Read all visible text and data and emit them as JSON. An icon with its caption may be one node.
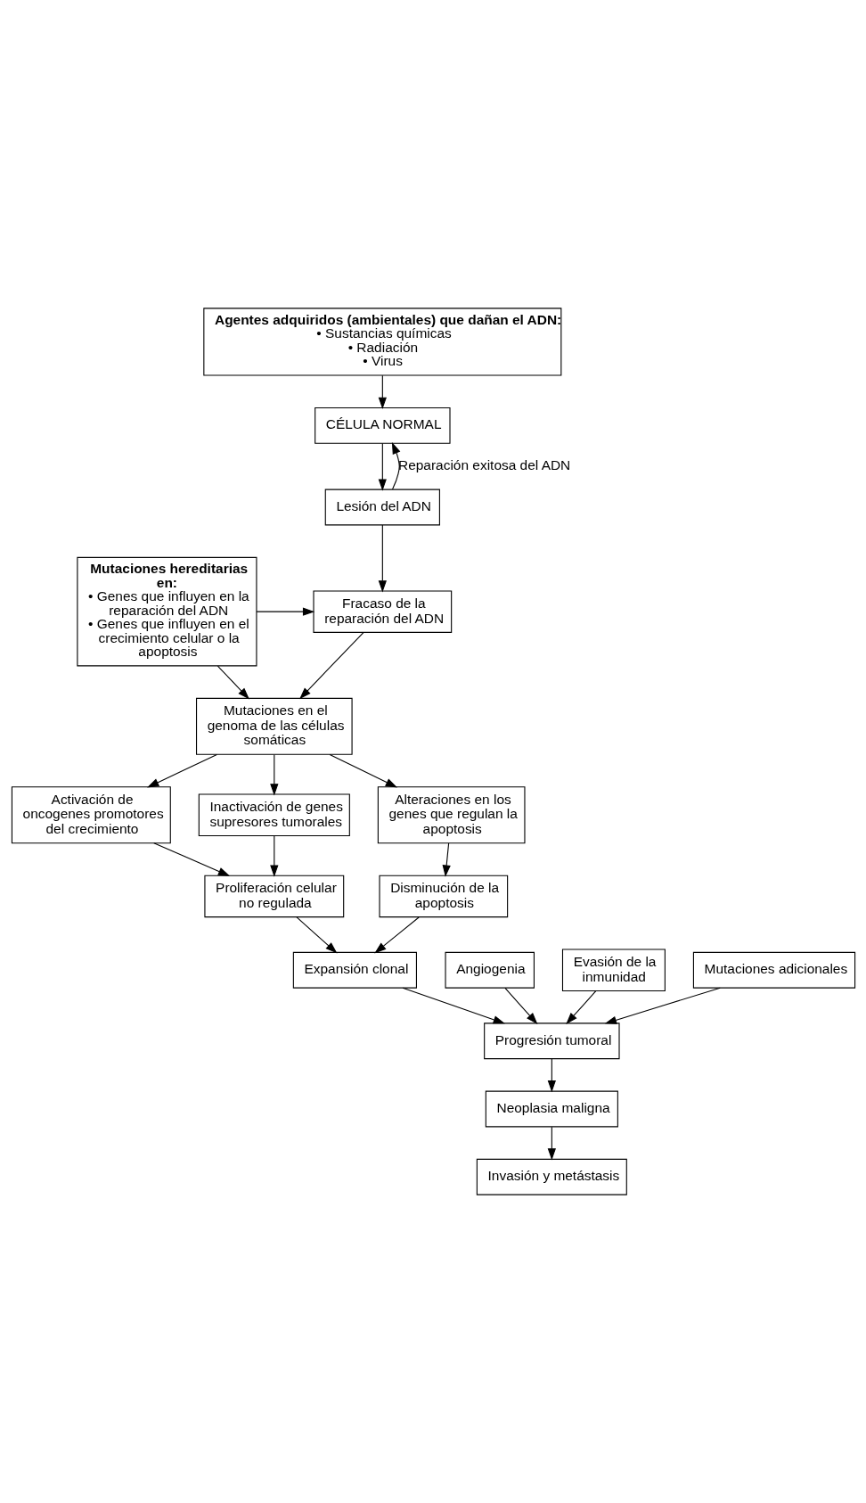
{
  "diagram": {
    "nodes": [
      {
        "text": [
          "Agentes adquiridos (ambientales) que dañan el ADN:",
          "• Sustancias químicas",
          "• Radiación",
          "• Virus"
        ]
      },
      {
        "text": [
          "CÉLULA NORMAL"
        ]
      },
      {
        "text": [
          "Lesión del ADN"
        ]
      },
      {
        "text": [
          "Fracaso de la reparación del ADN"
        ]
      },
      {
        "text": [
          "Mutaciones hereditarias en:",
          "• Genes que influyen en la reparación del ADN",
          "• Genes que influyen en el crecimiento celular o la apoptosis"
        ]
      },
      {
        "text": [
          "Mutaciones en el genoma de las células somáticas"
        ]
      },
      {
        "text": [
          "Activación de oncogenes promotores del crecimiento"
        ]
      },
      {
        "text": [
          "Inactivación de genes supresores tumorales"
        ]
      },
      {
        "text": [
          "Alteraciones en los genes que regulan la apoptosis"
        ]
      },
      {
        "text": [
          "Proliferación celular no regulada"
        ]
      },
      {
        "text": [
          "Disminución de la apoptosis"
        ]
      },
      {
        "text": [
          "Expansión clonal"
        ]
      },
      {
        "text": [
          "Angiogenia"
        ]
      },
      {
        "text": [
          "Evasión de la inmunidad"
        ]
      },
      {
        "text": [
          "Mutaciones adicionales"
        ]
      },
      {
        "text": [
          "Progresión tumoral"
        ]
      },
      {
        "text": [
          "Neoplasia maligna"
        ]
      },
      {
        "text": [
          "Invasión y metástasis"
        ]
      }
    ],
    "edges": [
      {
        "from": 0,
        "to": 1,
        "arrow": "to"
      },
      {
        "from": 1,
        "to": 2,
        "arrow": "to"
      },
      {
        "from": 2,
        "to": 1,
        "arrow": "to",
        "label": "Reparación exitosa del ADN"
      },
      {
        "from": 2,
        "to": 3,
        "arrow": "to"
      },
      {
        "from": 4,
        "to": 3,
        "arrow": "to"
      },
      {
        "from": 3,
        "to": 5,
        "arrow": "to"
      },
      {
        "from": 4,
        "to": 5,
        "arrow": "to"
      },
      {
        "from": 5,
        "to": 6,
        "arrow": "to"
      },
      {
        "from": 5,
        "to": 7,
        "arrow": "to"
      },
      {
        "from": 5,
        "to": 8,
        "arrow": "to"
      },
      {
        "from": 6,
        "to": 9,
        "arrow": "to"
      },
      {
        "from": 7,
        "to": 9,
        "arrow": "to"
      },
      {
        "from": 8,
        "to": 10,
        "arrow": "to"
      },
      {
        "from": 9,
        "to": 11,
        "arrow": "to"
      },
      {
        "from": 10,
        "to": 11,
        "arrow": "to"
      },
      {
        "from": 11,
        "to": 15,
        "arrow": "to"
      },
      {
        "from": 12,
        "to": 15,
        "arrow": "to"
      },
      {
        "from": 13,
        "to": 15,
        "arrow": "to"
      },
      {
        "from": 14,
        "to": 15,
        "arrow": "to"
      },
      {
        "from": 15,
        "to": 16,
        "arrow": "to"
      },
      {
        "from": 16,
        "to": 17,
        "arrow": "to"
      }
    ]
  }
}
